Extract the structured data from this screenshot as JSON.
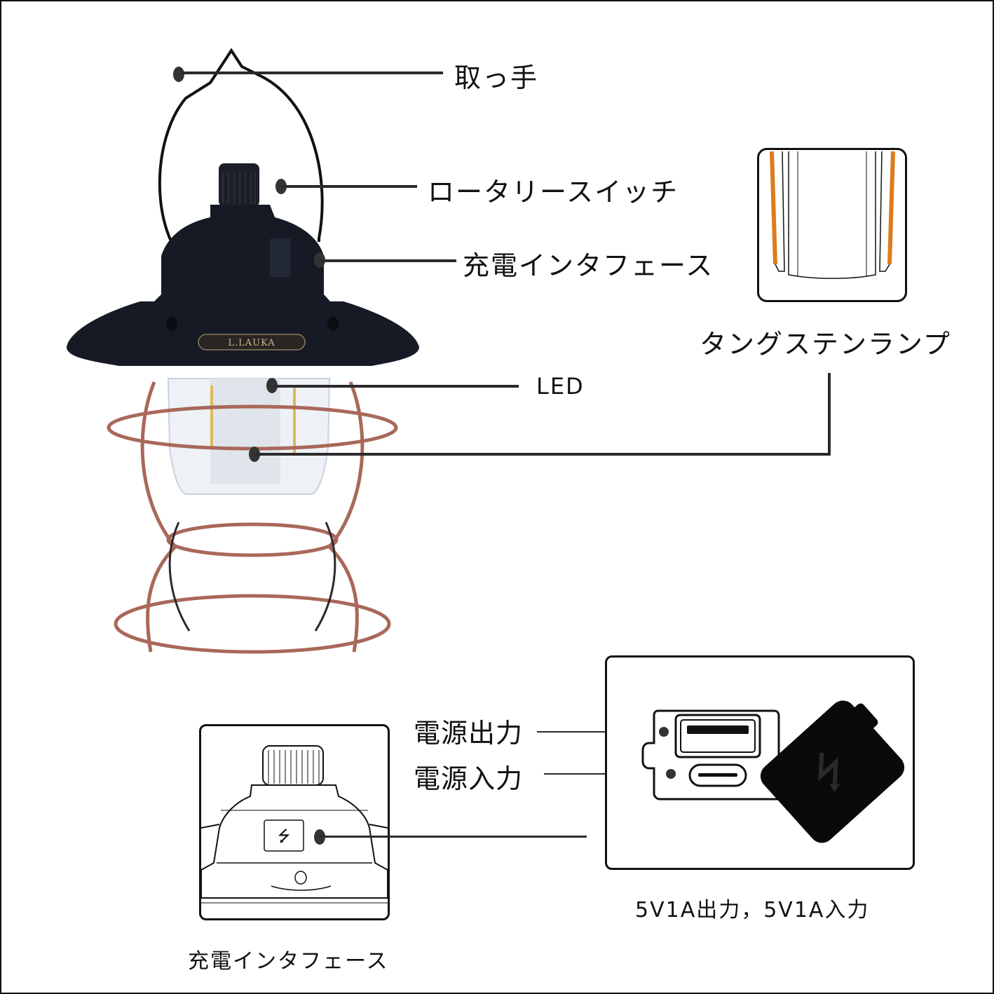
{
  "diagram": {
    "subject": "Retro camping lantern parts diagram",
    "brand_plate": "L.LAUKA",
    "callouts": {
      "handle": "取っ手",
      "rotary_switch": "ロータリースイッチ",
      "charging_interface": "充電インタフェース",
      "led": "LED",
      "tungsten_lamp": "タングステンランプ"
    },
    "charging_panel": {
      "caption": "充電インタフェース"
    },
    "port_panel": {
      "output_label": "電源出力",
      "input_label": "電源入力",
      "caption": "5V1A出力，5V1A入力"
    },
    "colors": {
      "lantern_body": "#151a24",
      "copper": "#a9685a",
      "filament": "#e07a1c",
      "outline": "#111111",
      "leader_line": "#2b2b2b"
    }
  }
}
